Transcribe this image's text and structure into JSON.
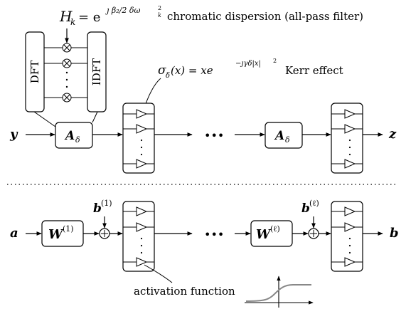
{
  "top": {
    "dispersion": {
      "formula_lhs": "H",
      "formula_sub": "k",
      "formula_eq": "= e",
      "formula_exp": "ȷ β₂/2 δω",
      "formula_exp_sup": "2",
      "formula_exp_sub": "k",
      "caption": "chromatic dispersion (all-pass filter)"
    },
    "dft_label": "DFT",
    "idft_label": "IDFT",
    "kerr": {
      "formula": "σ",
      "formula_sub": "δ",
      "formula_rest": "(x) = xe",
      "formula_exp": "−ȷγδ|x|",
      "formula_exp_sup": "2",
      "caption": "Kerr effect"
    },
    "input": "y",
    "output": "z",
    "block_main": "A",
    "block_sub": "δ",
    "ellipsis": "•••"
  },
  "bottom": {
    "input": "a",
    "output": "b",
    "w1_main": "W",
    "w1_sup": "(1)",
    "wl_main": "W",
    "wl_sup": "(ℓ)",
    "b1_main": "b",
    "b1_sup": "(1)",
    "bl_main": "b",
    "bl_sup": "(ℓ)",
    "ellipsis": "•••",
    "activation_caption": "activation function"
  }
}
